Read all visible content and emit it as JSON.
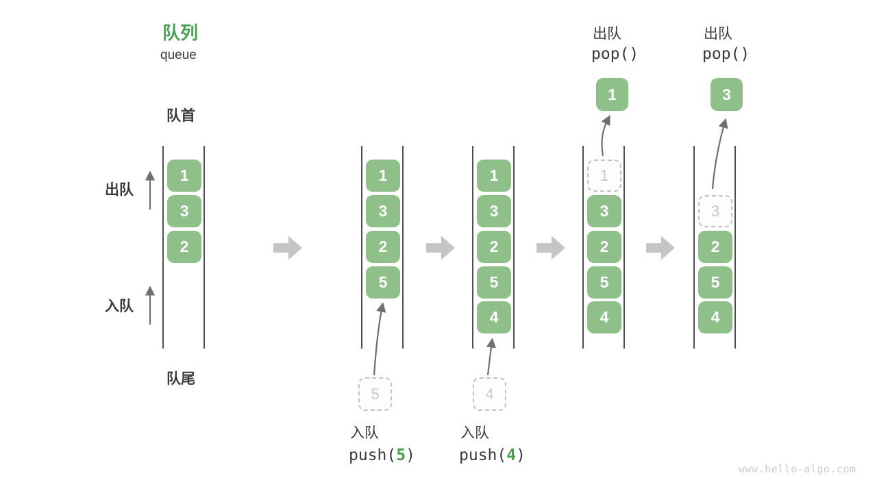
{
  "title": {
    "zh": "队列",
    "en": "queue"
  },
  "labels": {
    "front": "队首",
    "rear": "队尾",
    "side_dequeue": "出队",
    "side_enqueue": "入队"
  },
  "colors": {
    "box_green": "#8FC08A",
    "accent_green": "#46A14F",
    "text_dark": "#36393D",
    "block_arrow_gray": "#C5C5C5",
    "thin_arrow_gray": "#6F6F6F",
    "ghost_gray": "#C8C8C8"
  },
  "states": [
    {
      "slots": [
        {
          "slot": 1,
          "value": "1",
          "ghost": false
        },
        {
          "slot": 2,
          "value": "3",
          "ghost": false
        },
        {
          "slot": 3,
          "value": "2",
          "ghost": false
        }
      ]
    },
    {
      "slots": [
        {
          "slot": 1,
          "value": "1",
          "ghost": false
        },
        {
          "slot": 2,
          "value": "3",
          "ghost": false
        },
        {
          "slot": 3,
          "value": "2",
          "ghost": false
        },
        {
          "slot": 4,
          "value": "5",
          "ghost": false
        }
      ]
    },
    {
      "slots": [
        {
          "slot": 1,
          "value": "1",
          "ghost": false
        },
        {
          "slot": 2,
          "value": "3",
          "ghost": false
        },
        {
          "slot": 3,
          "value": "2",
          "ghost": false
        },
        {
          "slot": 4,
          "value": "5",
          "ghost": false
        },
        {
          "slot": 5,
          "value": "4",
          "ghost": false
        }
      ]
    },
    {
      "slots": [
        {
          "slot": 1,
          "value": "1",
          "ghost": true
        },
        {
          "slot": 2,
          "value": "3",
          "ghost": false
        },
        {
          "slot": 3,
          "value": "2",
          "ghost": false
        },
        {
          "slot": 4,
          "value": "5",
          "ghost": false
        },
        {
          "slot": 5,
          "value": "4",
          "ghost": false
        }
      ]
    },
    {
      "slots": [
        {
          "slot": 2,
          "value": "3",
          "ghost": true
        },
        {
          "slot": 3,
          "value": "2",
          "ghost": false
        },
        {
          "slot": 4,
          "value": "5",
          "ghost": false
        },
        {
          "slot": 5,
          "value": "4",
          "ghost": false
        }
      ]
    }
  ],
  "operations": {
    "push5": {
      "label": "入队",
      "code_pre": "push(",
      "arg": "5",
      "code_post": ")",
      "staging_value": "5"
    },
    "push4": {
      "label": "入队",
      "code_pre": "push(",
      "arg": "4",
      "code_post": ")",
      "staging_value": "4"
    },
    "pop1": {
      "label": "出队",
      "code": "pop()",
      "value": "1"
    },
    "pop2": {
      "label": "出队",
      "code": "pop()",
      "value": "3"
    }
  },
  "watermark": "www.hello-algo.com"
}
